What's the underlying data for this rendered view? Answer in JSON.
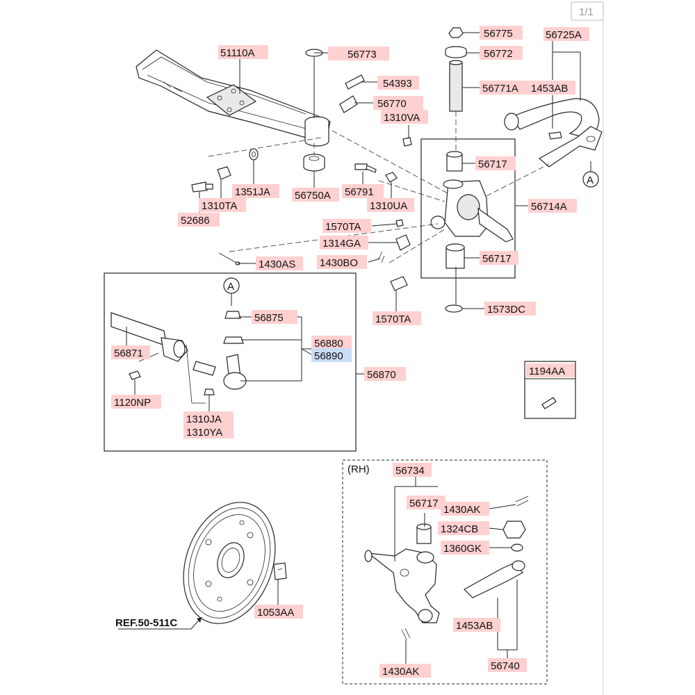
{
  "page_counter": "1/1",
  "reference": "REF.50-511C",
  "rh_label": "(RH)",
  "marker_a": "A",
  "callouts": [
    {
      "id": "51110A"
    },
    {
      "id": "56773"
    },
    {
      "id": "54393"
    },
    {
      "id": "56770"
    },
    {
      "id": "56775"
    },
    {
      "id": "56772"
    },
    {
      "id": "56771A"
    },
    {
      "id": "56725A"
    },
    {
      "id": "1453AB"
    },
    {
      "id": "1310VA"
    },
    {
      "id": "56717"
    },
    {
      "id": "1351JA"
    },
    {
      "id": "56750A"
    },
    {
      "id": "56791"
    },
    {
      "id": "1310TA"
    },
    {
      "id": "1310UA"
    },
    {
      "id": "52686"
    },
    {
      "id": "56714A"
    },
    {
      "id": "1570TA"
    },
    {
      "id": "1314GA"
    },
    {
      "id": "1430AS"
    },
    {
      "id": "1430BO"
    },
    {
      "id": "56717"
    },
    {
      "id": "1573DC"
    },
    {
      "id": "1570TA"
    },
    {
      "id": "56875"
    },
    {
      "id": "56871"
    },
    {
      "id": "56880"
    },
    {
      "id": "56890",
      "highlighted": true
    },
    {
      "id": "56870"
    },
    {
      "id": "1120NP"
    },
    {
      "id": "1310JA"
    },
    {
      "id": "1310YA"
    },
    {
      "id": "1194AA"
    },
    {
      "id": "56734"
    },
    {
      "id": "56717"
    },
    {
      "id": "1430AK"
    },
    {
      "id": "1324CB"
    },
    {
      "id": "1360GK"
    },
    {
      "id": "1053AA"
    },
    {
      "id": "1453AB"
    },
    {
      "id": "56740"
    },
    {
      "id": "1430AK"
    }
  ],
  "colors": {
    "callout_fill": "#ffd0d0",
    "callout_highlight": "#c9dcf5",
    "line": "#222222"
  }
}
